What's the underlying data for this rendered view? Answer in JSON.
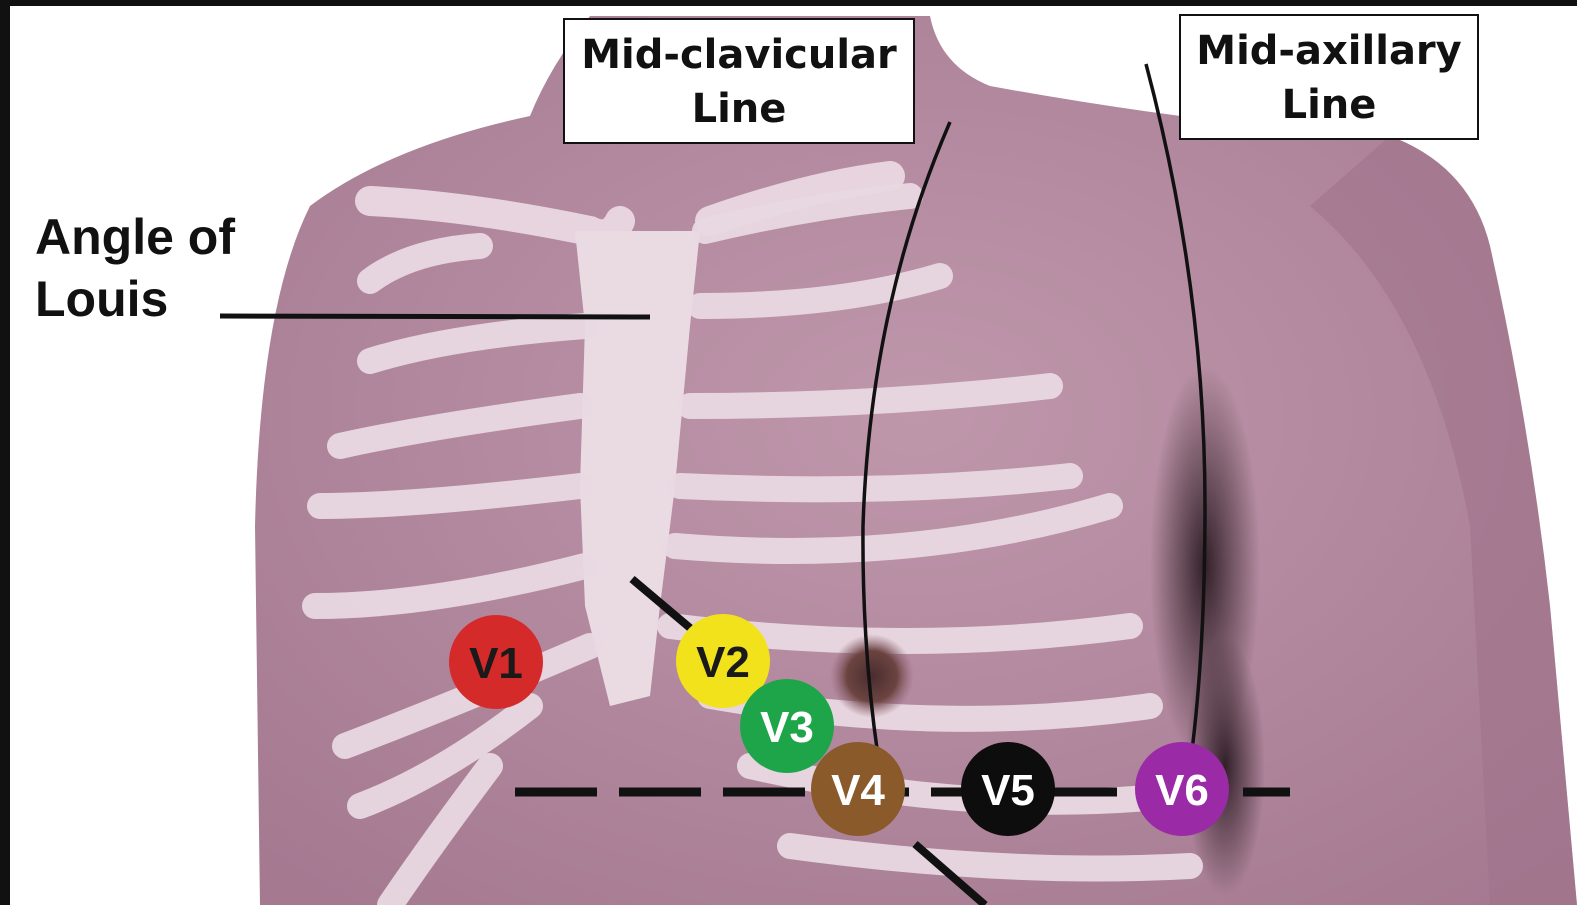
{
  "labels": {
    "mid_clavicular": [
      "Mid-clavicular",
      "Line"
    ],
    "mid_axillary": [
      "Mid-axillary",
      "Line"
    ],
    "angle_of_louis": [
      "Angle of",
      "Louis"
    ]
  },
  "electrodes": [
    {
      "label": "V1",
      "color": "#d42a2a",
      "text_color": "#1a1a1a"
    },
    {
      "label": "V2",
      "color": "#f2e21c",
      "text_color": "#1a1a1a"
    },
    {
      "label": "V3",
      "color": "#1ea54a",
      "text_color": "#ffffff"
    },
    {
      "label": "V4",
      "color": "#8a5a2b",
      "text_color": "#ffffff"
    },
    {
      "label": "V5",
      "color": "#0d0d0d",
      "text_color": "#ffffff"
    },
    {
      "label": "V6",
      "color": "#9a2aa6",
      "text_color": "#ffffff"
    }
  ],
  "colors": {
    "skin": "#b58aa0",
    "skin_shade": "#a87d95",
    "bone": "#ecdde6",
    "lines": "#111111"
  }
}
